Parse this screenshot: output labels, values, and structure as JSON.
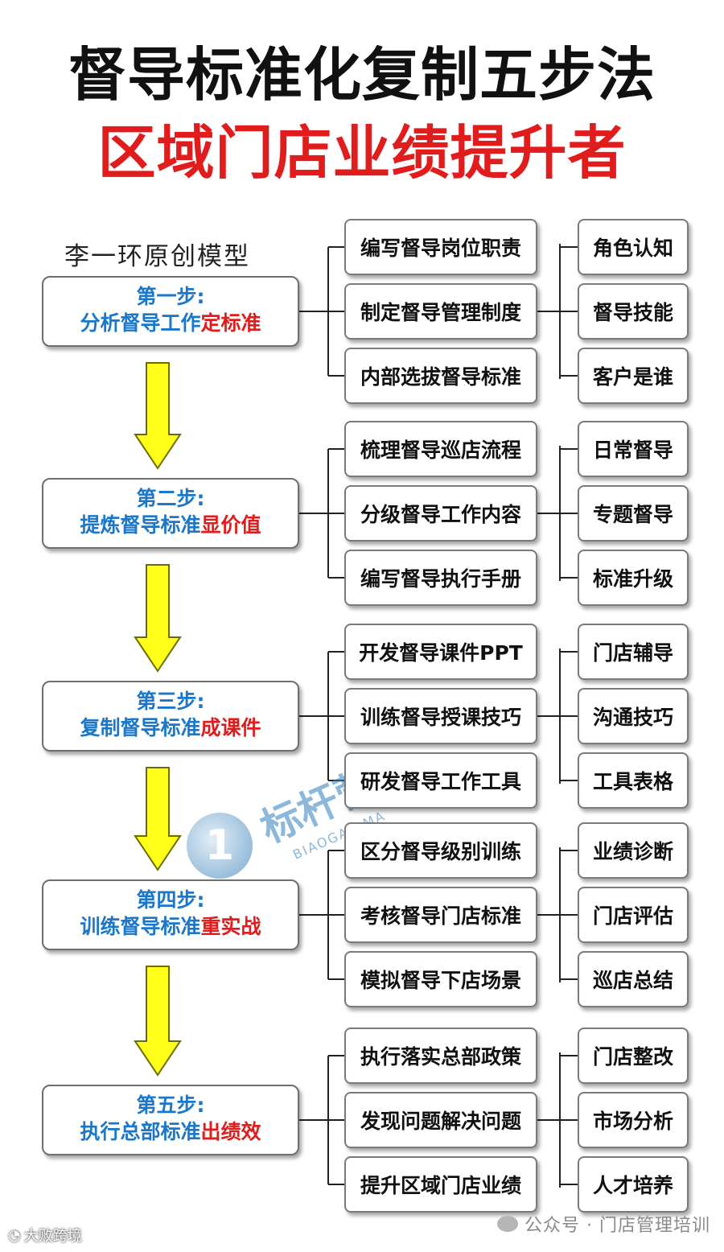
{
  "title": "督导标准化复制五步法",
  "subtitle": "区域门店业绩提升者",
  "author_note": "李一环原创模型",
  "steps": [
    {
      "title": "第一步:",
      "desc_blue": "分析督导工作",
      "desc_red": "定标准",
      "tasks": [
        "编写督导岗位职责",
        "制定督导管理制度",
        "内部选拔督导标准"
      ],
      "points": [
        "角色认知",
        "督导技能",
        "客户是谁"
      ]
    },
    {
      "title": "第二步:",
      "desc_blue": "提炼督导标准",
      "desc_red": "显价值",
      "tasks": [
        "梳理督导巡店流程",
        "分级督导工作内容",
        "编写督导执行手册"
      ],
      "points": [
        "日常督导",
        "专题督导",
        "标准升级"
      ]
    },
    {
      "title": "第三步:",
      "desc_blue": "复制督导标准",
      "desc_red": "成课件",
      "tasks": [
        "开发督导课件PPT",
        "训练督导授课技巧",
        "研发督导工作工具"
      ],
      "points": [
        "门店辅导",
        "沟通技巧",
        "工具表格"
      ]
    },
    {
      "title": "第四步:",
      "desc_blue": "训练督导标准",
      "desc_red": "重实战",
      "tasks": [
        "区分督导级别训练",
        "考核督导门店标准",
        "模拟督导下店场景"
      ],
      "points": [
        "业绩诊断",
        "门店评估",
        "巡店总结"
      ]
    },
    {
      "title": "第五步:",
      "desc_blue": "执行总部标准",
      "desc_red": "出绩效",
      "tasks": [
        "执行落实总部政策",
        "发现问题解决问题",
        "提升区域门店业绩"
      ],
      "points": [
        "门店整改",
        "市场分析",
        "人才培养"
      ]
    }
  ],
  "watermark": {
    "logo_text": "标杆营",
    "logo_sub": "BIAOGAN MA",
    "logo_digit": "1",
    "footer_text": "公众号 · 门店管理培训",
    "corner_text": "大败跨境"
  },
  "colors": {
    "title": "#111111",
    "subtitle": "#e01c1c",
    "step_blue": "#1a77c9",
    "arrow_fill": "#ffff1a",
    "arrow_stroke": "#6b6b00"
  }
}
